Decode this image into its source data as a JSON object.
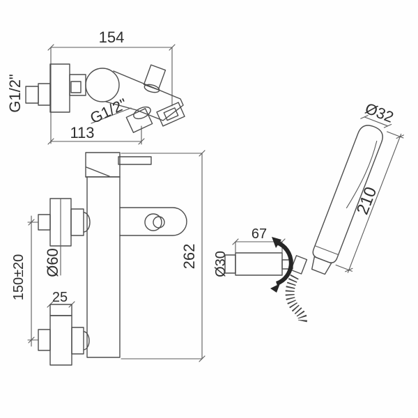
{
  "drawing_title": "wall-mounted-shower-mixer-technical-drawing",
  "colors": {
    "background": "#fefefe",
    "line": "#4d4d4d",
    "text": "#2e2e2e",
    "rotation_arrow": "#262626"
  },
  "top_view": {
    "width_dim": "154",
    "spout_projection_dim": "113",
    "inlet_thread": "G1/2\"",
    "shower_outlet_thread": "G1/2\""
  },
  "front_view": {
    "height_dim": "262",
    "inlet_spacing_dim": "150±20",
    "escutcheon_diameter": "Ø60",
    "union_width_dim": "25"
  },
  "hand_shower": {
    "head_diameter": "Ø32",
    "handle_length": "210",
    "holder_length": "67",
    "holder_diameter": "Ø30"
  }
}
